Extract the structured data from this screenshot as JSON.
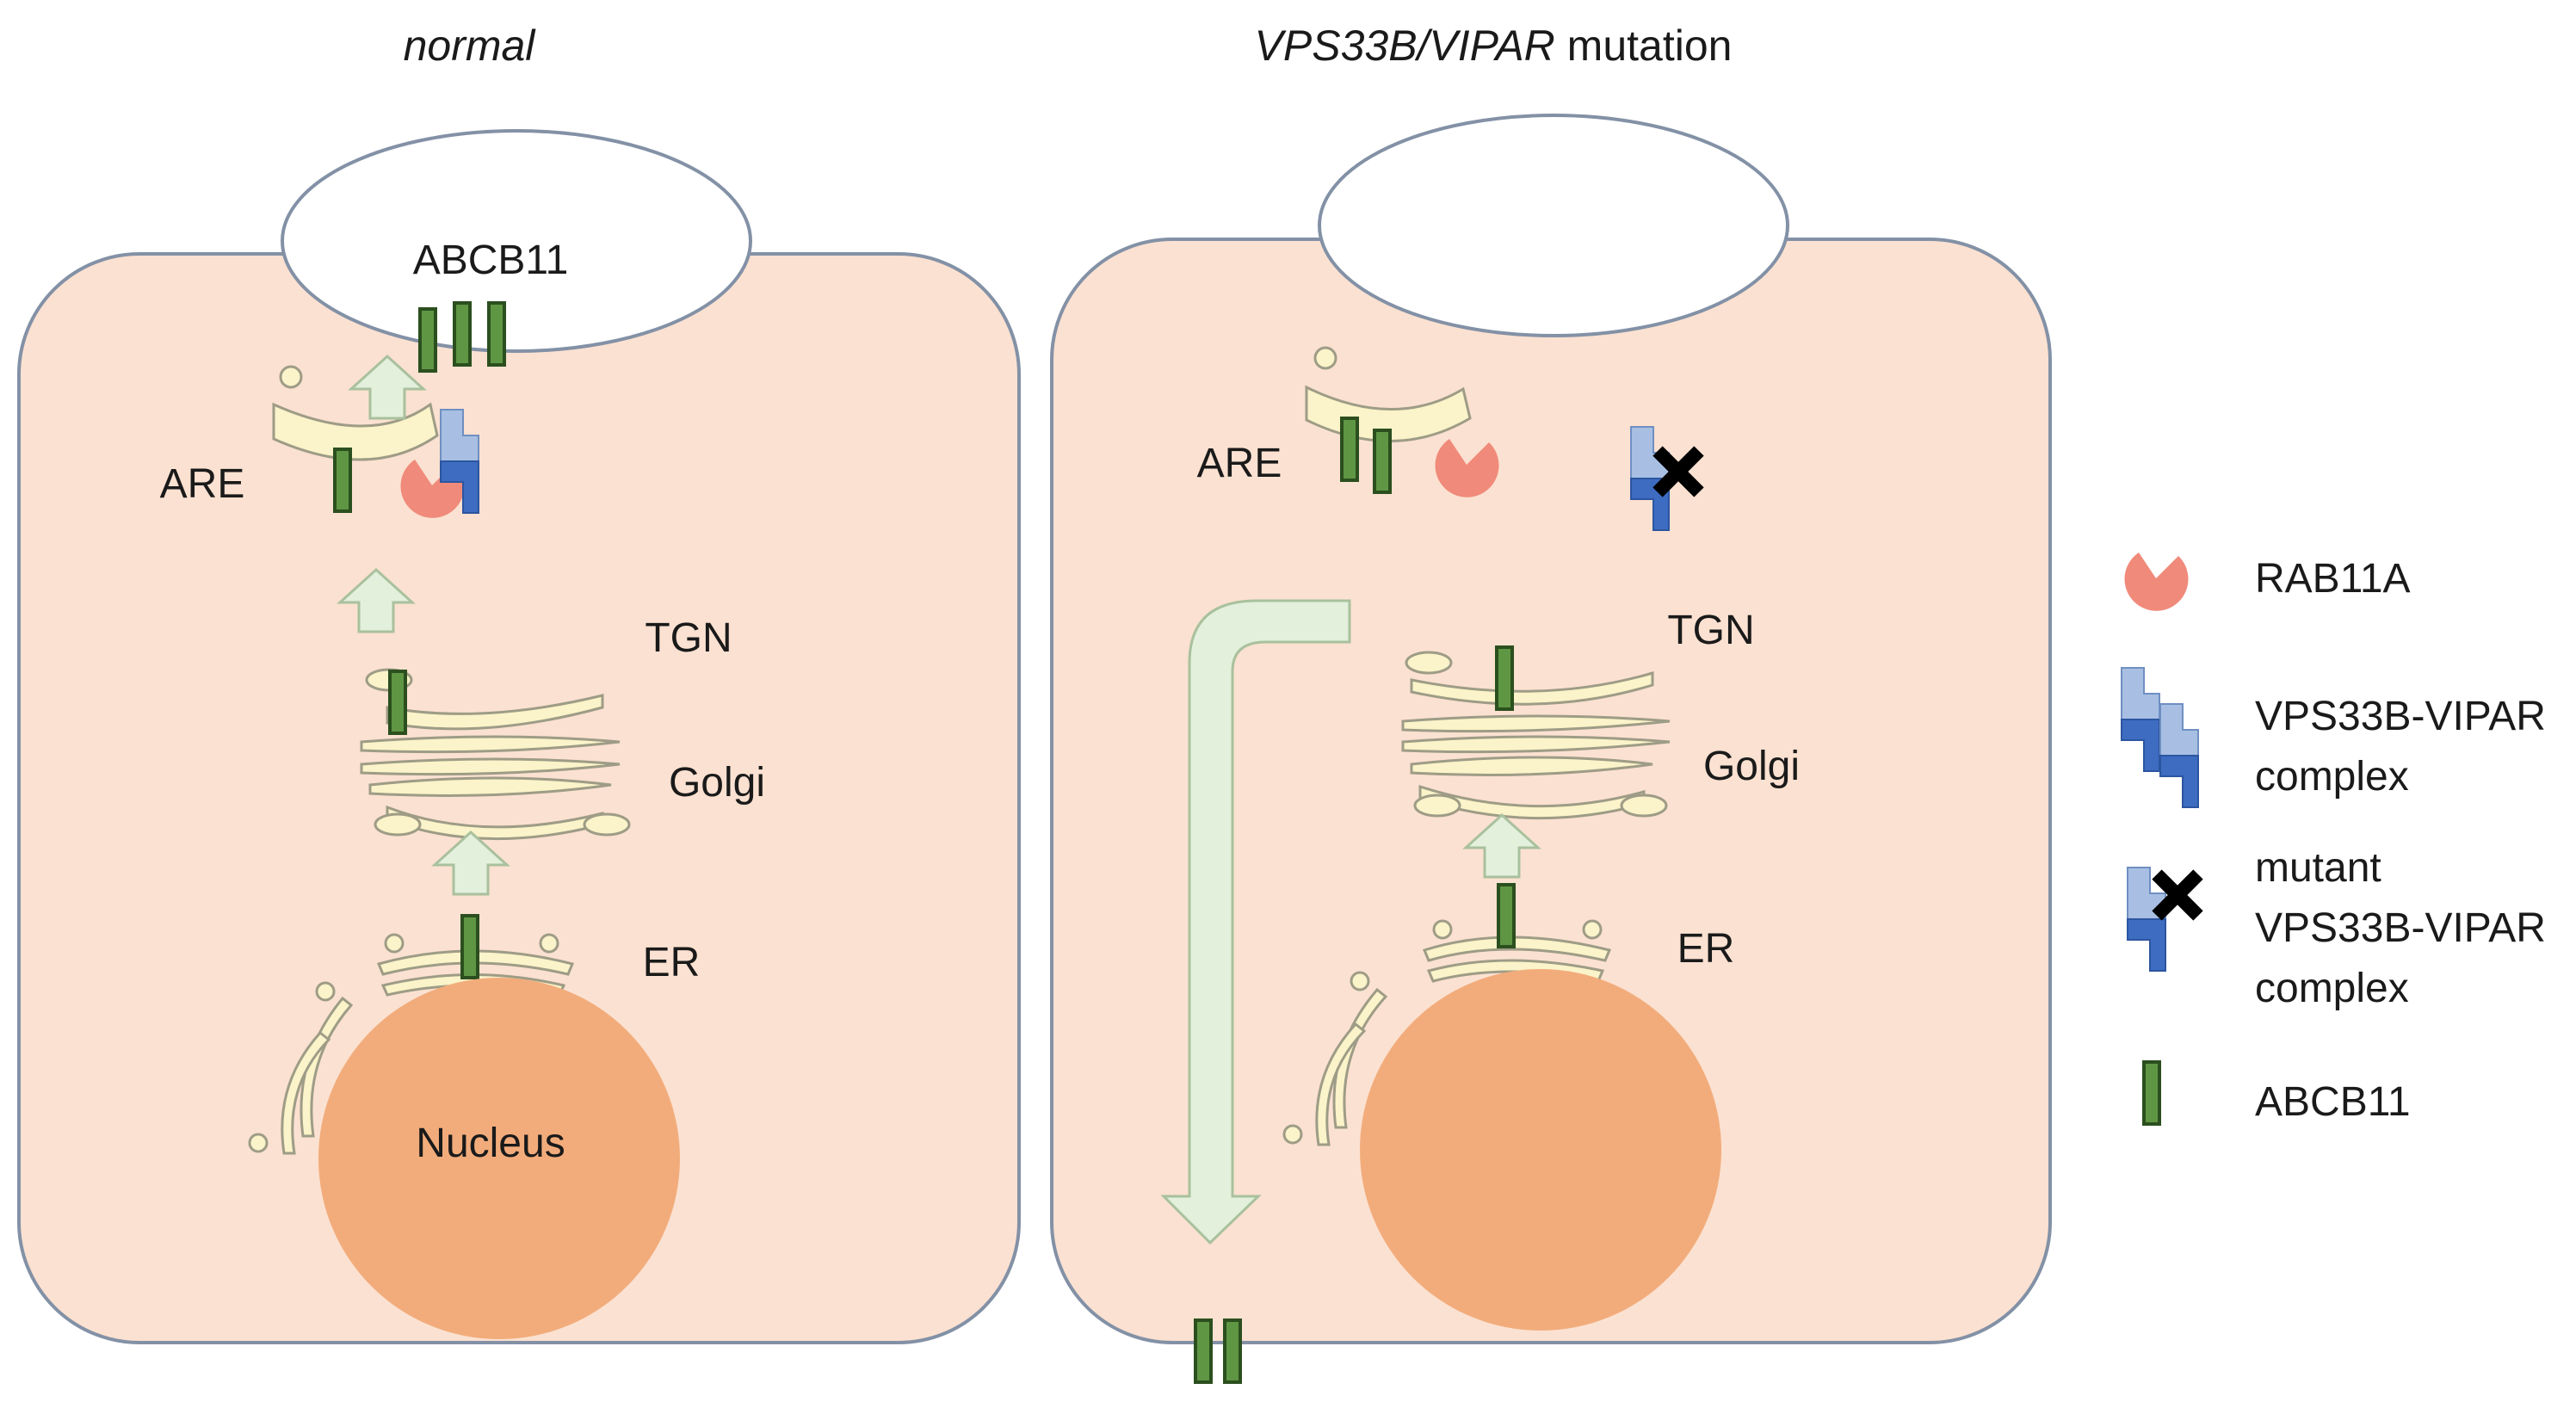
{
  "panels": {
    "normal": {
      "title": "normal",
      "labels": {
        "abcb11": "ABCB11",
        "are": "ARE",
        "tgn": "TGN",
        "golgi": "Golgi",
        "er": "ER",
        "nucleus": "Nucleus"
      }
    },
    "mutation": {
      "title_italic": "VPS33B/VIPAR",
      "title_rest": " mutation",
      "labels": {
        "are": "ARE",
        "tgn": "TGN",
        "golgi": "Golgi",
        "er": "ER"
      }
    }
  },
  "legend": {
    "rab11a": "RAB11A",
    "complex_line1": "VPS33B-VIPAR",
    "complex_line2": "complex",
    "mutant_line1": "mutant",
    "mutant_line2": "VPS33B-VIPAR",
    "mutant_line3": "complex",
    "abcb11": "ABCB11"
  },
  "colors": {
    "cell_fill": "#fbe1d1",
    "cell_stroke": "#8391a6",
    "nucleus": "#f2ac7b",
    "organelle": "#fbf3c9",
    "organelle_stroke": "#9e9c86",
    "arrow": "#e2f0dc",
    "arrow_stroke": "#a9c19d",
    "abcb11": "#5f9644",
    "abcb11_stroke": "#2b4f1e",
    "rab11a": "#f08a7a",
    "complex_light": "#a8bfe3",
    "complex_dark": "#3d6cc1",
    "mutant_x": "#000000"
  },
  "icons": [
    "rab11a-icon",
    "vps33b-vipar-complex-icon",
    "mutant-complex-icon",
    "abcb11-icon",
    "x-mark-icon"
  ]
}
